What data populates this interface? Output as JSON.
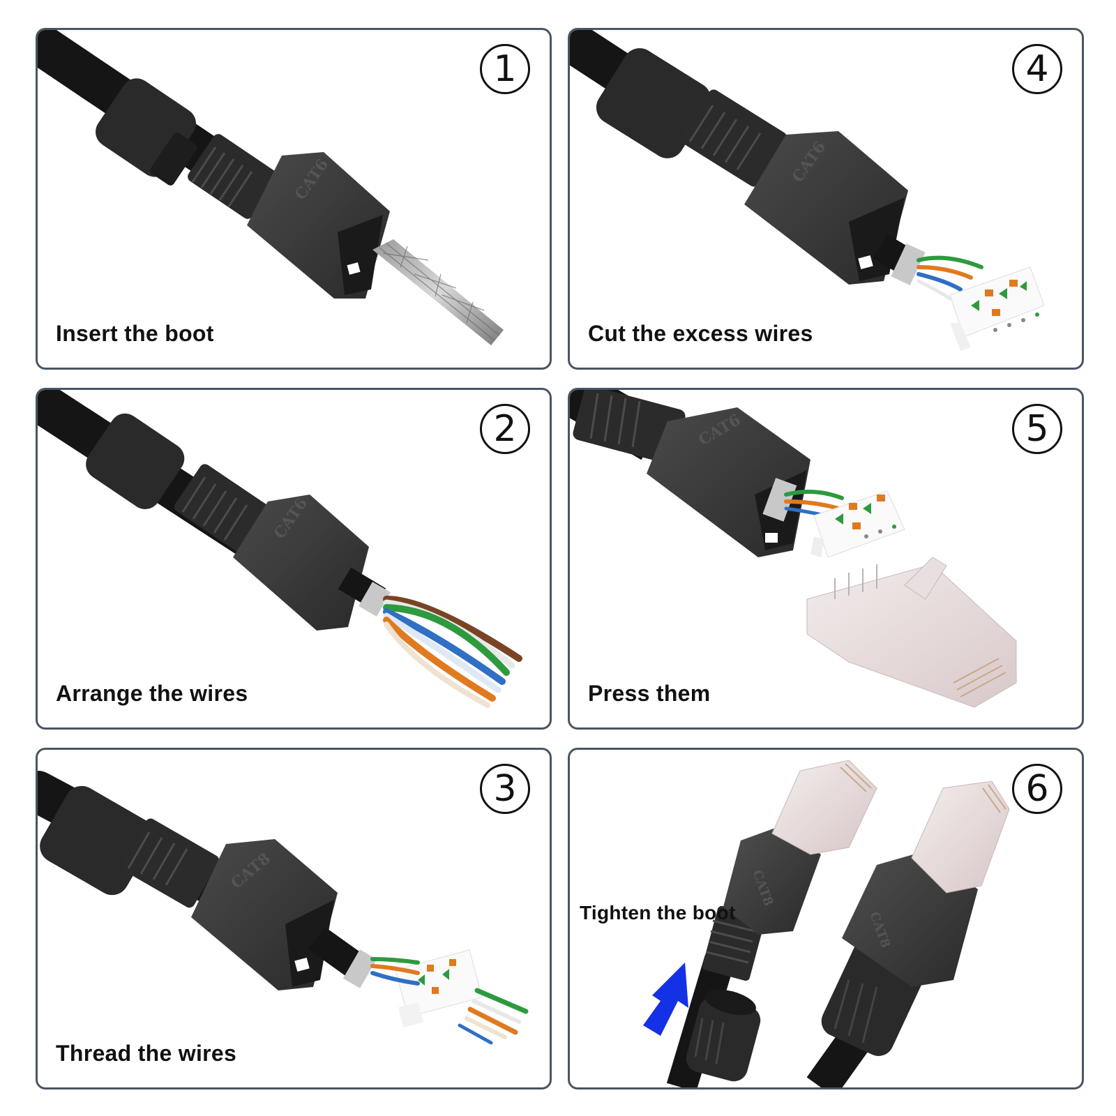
{
  "steps": [
    {
      "number": "1",
      "caption": "Insert the boot"
    },
    {
      "number": "2",
      "caption": "Arrange the wires"
    },
    {
      "number": "3",
      "caption": "Thread the wires"
    },
    {
      "number": "4",
      "caption": "Cut the excess wires"
    },
    {
      "number": "5",
      "caption": "Press them"
    },
    {
      "number": "6",
      "caption": "Tighten the boot"
    }
  ],
  "connector_label_cat6": "CAT6",
  "connector_label_cat8": "CAT8",
  "colors": {
    "panel_border": "#4a5563",
    "connector_body": "#3c3c3c",
    "cable": "#151515",
    "wire_green": "#2e9a3e",
    "wire_orange": "#e07a1f",
    "wire_blue": "#2f6fc4",
    "wire_brown": "#7a4424",
    "arrow": "#1431e6"
  }
}
